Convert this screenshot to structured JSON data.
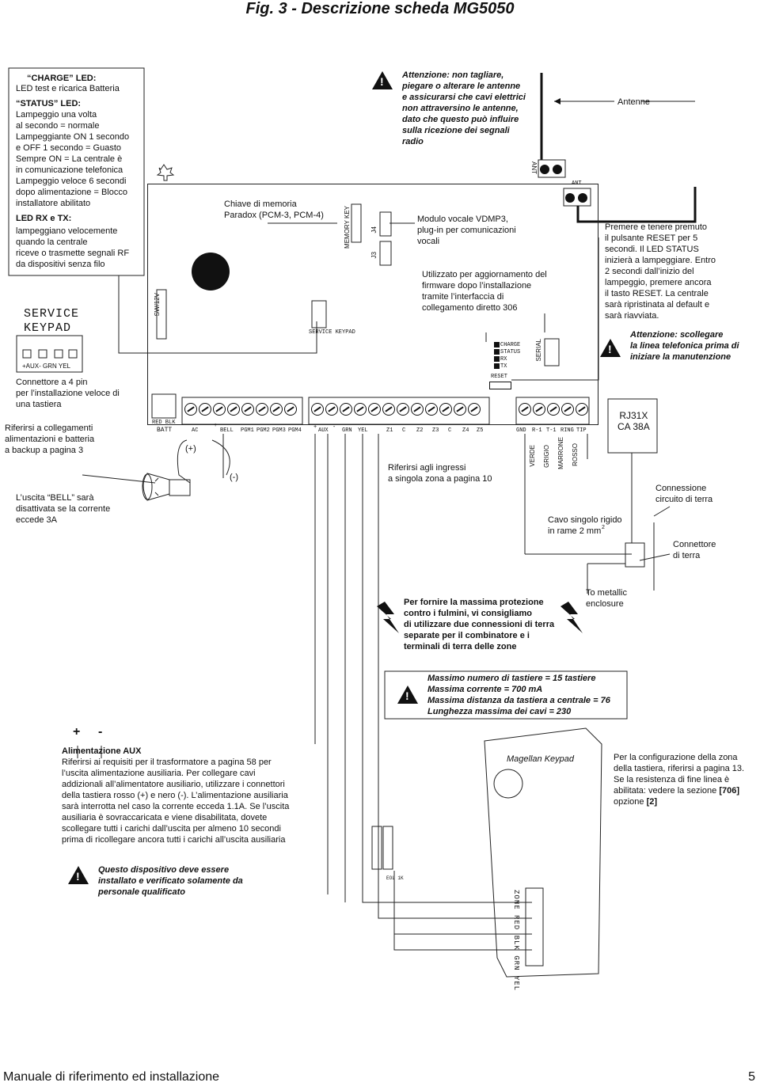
{
  "title": "Fig. 3 - Descrizione scheda MG5050",
  "footer": {
    "left": "Manuale di riferimento ed installazione",
    "page": "5"
  },
  "legend": {
    "charge_head": "“CHARGE” LED:",
    "charge_text": "LED test e ricarica Batteria",
    "status_head": "“STATUS” LED:",
    "status_text": "Lampeggio una volta\nal secondo = normale\nLampeggiante ON 1 secondo\ne OFF 1  secondo = Guasto\nSempre ON = La centrale è\nin comunicazione telefonica\nLampeggio veloce 6 secondi\ndopo alimentazione = Blocco\ninstallatore abilitato",
    "rxtx_head": "LED RX e TX:",
    "rxtx_text": "lampeggiano velocemente\nquando la centrale\nriceve o trasmette segnali RF\nda dispositivi senza filo"
  },
  "service_keypad": {
    "title": "SERVICE\nKEYPAD",
    "pins": "+AUX-  GRN YEL"
  },
  "labels": {
    "connettore4pin": "Connettore a 4 pin\nper l’installazione veloce di\nuna tastiera",
    "riferirsi_alim": "Riferirsi a collegamenti\nalimentazioni e batteria\na backup a pagina 3",
    "bell": "L’uscita “BELL” sarà\ndisattivata se la corrente\neccede 3A",
    "chiave": "Chiave di memoria\nParadox (PCM-3, PCM-4)",
    "modulo_vocale": "Modulo vocale VDMP3,\nplug-in per comunicazioni\nvocali",
    "firmware": "Utilizzato per aggiornamento del\nfirmware dopo l’installazione\ntramite l’interfaccia di\ncollegamento diretto 306",
    "antenne_warning": "Attenzione: non tagliare,\npiegare o alterare le antenne\ne assicurarsi che cavi elettrici\nnon attraversino le antenne,\ndato che questo può influire\nsulla ricezione dei segnali\nradio",
    "antenne": "Antenne",
    "reset": "Premere e tenere premuto\nil pulsante RESET per 5\nsecondi. Il LED STATUS\ninizierà a lampeggiare. Entro\n2 secondi dall’inizio del\nlampeggio, premere ancora\nil tasto RESET. La centrale\nsarà ripristinata al default e\nsarà riavviata.",
    "scollegare": "Attenzione: scollegare\nla linea telefonica prima di\niniziare la manutenzione",
    "rj31x": "RJ31X\nCA 38A",
    "ingressi": "Riferirsi agli ingressi\na singola zona a pagina 10",
    "connessione_terra": "Connessione\ncircuito di terra",
    "connettore_terra": "Connettore\ndi terra",
    "cavo": "Cavo singolo rigido\nin rame 2 mm",
    "cavo_sup": "2",
    "metallic": "To metallic\nenclosure",
    "fulmini": "Per fornire la massima protezione\ncontro i fulmini, vi consigliamo\ndi utilizzare due connessioni di terra\nseparate per il combinatore e i\nterminali di terra delle zone",
    "massimo": "Massimo numero di tastiere = 15 tastiere\nMassima corrente = 700 mA\nMassima distanza da tastiera a centrale = 76\nLunghezza massima dei cavi = 230",
    "aux_head": "Alimentazione AUX",
    "aux_text": "Riferirsi ai requisiti per il trasformatore a pagina 58 per\nl’uscita alimentazione ausiliaria. Per collegare cavi\naddizionali all’alimentatore ausiliario, utilizzare i connettori\ndella tastiera rosso (+) e nero (-). L’alimentazione ausiliaria\nsarà interrotta nel caso la corrente ecceda 1.1A. Se l’uscita\nausiliaria è sovraccaricata e viene disabilitata, dovete\nscollegare tutti i carichi dall’uscita per almeno 10 secondi\nprima di ricollegare ancora tutti i carichi all’uscita ausiliaria",
    "qualificato": "Questo dispositivo deve essere\ninstallato e verificato solamente da\npersonale qualificato",
    "magellan": "Magellan  Keypad",
    "configurazione_pre": "Per la configurazione della zona\ndella tastiera, riferirsi a pagina 13.\nSe la resistenza di fine linea è\nabilitata: vedere la sezione ",
    "configurazione_706": "[706]",
    "configurazione_mid": "\nopzione ",
    "configurazione_2": "[2]",
    "plus": "+",
    "minus": "-",
    "bell_plus": "(+)",
    "bell_minus": "(-)"
  },
  "board": {
    "memory_key": "MEMORY KEY",
    "j4": "J4",
    "j3": "J3",
    "ant": "ANT",
    "service": "SERVICE\nKEYPAD",
    "serial": "SERIAL",
    "leds": [
      "CHARGE",
      "STATUS",
      "RX",
      "TX"
    ],
    "reset": "RESET",
    "batt_top": "RED  BLK",
    "batt": "BATT",
    "sw": "SW/12V",
    "left_terms": [
      "AC",
      "BELL",
      "PGM1",
      "PGM2",
      "PGM3",
      "PGM4"
    ],
    "bell_sign": "+",
    "mid_terms": [
      "AUX",
      "GRN",
      "YEL",
      "Z1",
      "C",
      "Z2",
      "Z3",
      "C",
      "Z4",
      "Z5"
    ],
    "aux_plus": "+",
    "aux_minus": "-",
    "right_terms": [
      "GND",
      "R-1",
      "T-1",
      "RING",
      "TIP"
    ],
    "wire_colors": [
      "VERDE",
      "GRIGIO",
      "MARRONE",
      "ROSSO"
    ]
  },
  "keypad_terms": "ZONE RED BLK GRN YEL",
  "resistor_label": "EOL\n1K"
}
